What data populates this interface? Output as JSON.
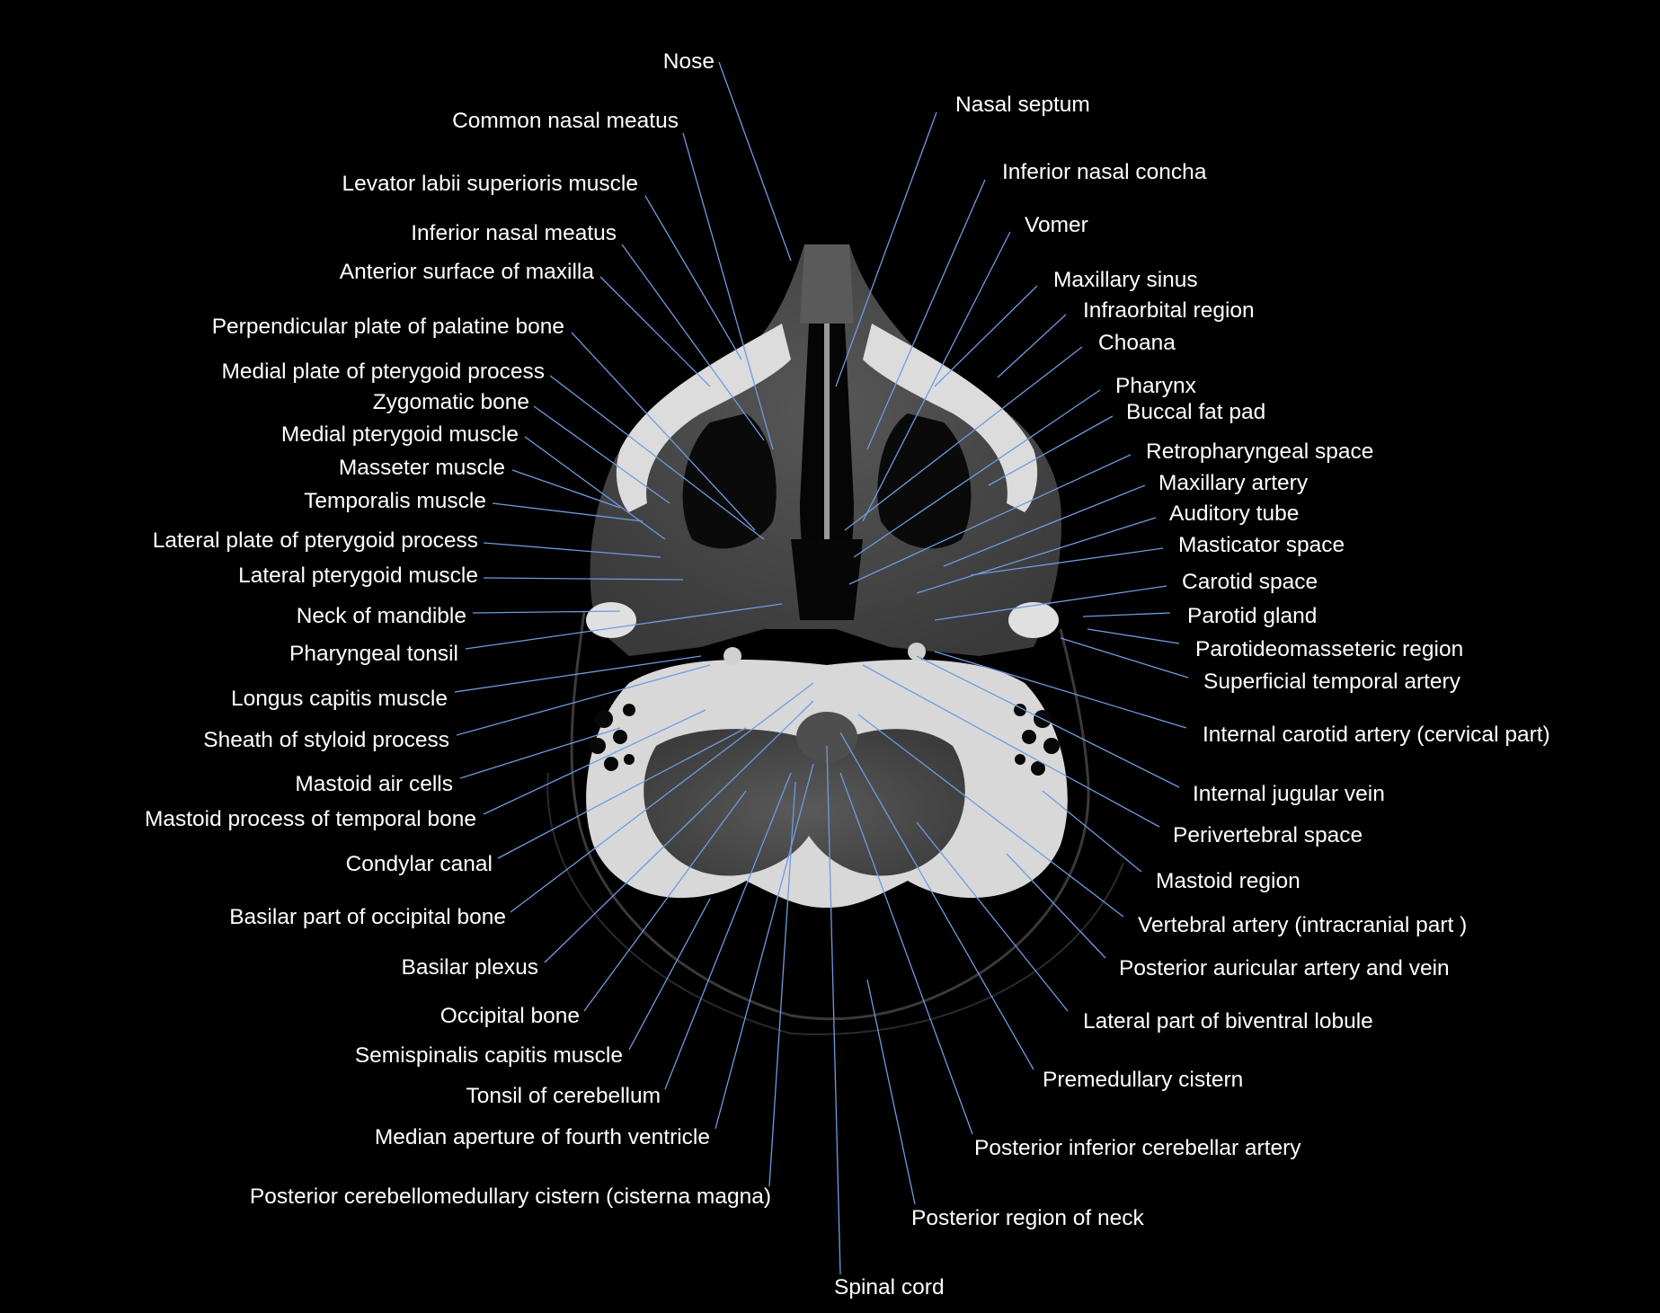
{
  "colors": {
    "background": "#000000",
    "text": "#ffffff",
    "leader_line": "#6f9be0",
    "bone": "#e6e6e6",
    "soft_tissue": "#4a4a4a",
    "air": "#000000"
  },
  "labels_left": [
    "Nose",
    "Common nasal meatus",
    "Levator labii superioris muscle",
    "Inferior nasal meatus",
    "Anterior surface of maxilla",
    "Perpendicular plate of palatine bone",
    "Medial plate of pterygoid process",
    "Zygomatic bone",
    "Medial pterygoid muscle",
    "Masseter muscle",
    "Temporalis muscle",
    "Lateral plate of pterygoid process",
    "Lateral pterygoid muscle",
    "Neck of mandible",
    "Pharyngeal tonsil",
    "Longus capitis muscle",
    "Sheath of styloid process",
    "Mastoid air cells",
    "Mastoid process of temporal bone",
    "Condylar canal",
    "Basilar part of occipital bone",
    "Basilar plexus",
    "Occipital bone",
    "Semispinalis capitis muscle",
    "Tonsil of cerebellum",
    "Median aperture of fourth ventricle",
    "Posterior cerebellomedullary cistern (cisterna magna)"
  ],
  "labels_right": [
    "Nasal septum",
    "Inferior nasal concha",
    "Vomer",
    "Maxillary sinus",
    "Infraorbital region",
    "Choana",
    "Pharynx",
    "Buccal fat pad",
    "Retropharyngeal space",
    "Maxillary artery",
    "Auditory tube",
    "Masticator space",
    "Carotid space",
    "Parotid gland",
    "Parotideomasseteric region",
    "Superficial temporal artery",
    "Internal carotid artery (cervical part)",
    "Internal jugular vein",
    "Perivertebral space",
    "Mastoid region",
    "Vertebral artery (intracranial part )",
    "Posterior auricular artery and vein",
    "Lateral part of biventral lobule",
    "Premedullary cistern",
    "Posterior inferior cerebellar artery",
    "Posterior region of neck",
    "Spinal cord"
  ]
}
